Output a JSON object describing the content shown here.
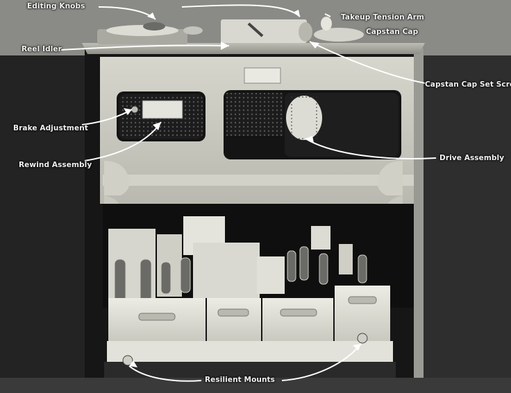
{
  "photo": {
    "subject": "tape recorder cabinet interior",
    "tones": {
      "background": "#4a4a4a",
      "panel": "#cfcfc6",
      "chassis": "#e2e2da",
      "dark": "#181818",
      "label": "#f2f2f2"
    }
  },
  "callouts": [
    {
      "id": "editing-knobs",
      "text": "Editing Knobs"
    },
    {
      "id": "takeup-tension-arm",
      "text": "Takeup Tension Arm"
    },
    {
      "id": "capstan-cap",
      "text": "Capstan Cap"
    },
    {
      "id": "reel-idler",
      "text": "Reel Idler"
    },
    {
      "id": "capstan-cap-set-screw",
      "text": "Capstan Cap Set Screw"
    },
    {
      "id": "brake-adjustment",
      "text": "Brake Adjustment"
    },
    {
      "id": "rewind-assembly",
      "text": "Rewind Assembly"
    },
    {
      "id": "drive-assembly",
      "text": "Drive Assembly"
    },
    {
      "id": "resilient-mounts",
      "text": "Resilient Mounts"
    }
  ]
}
